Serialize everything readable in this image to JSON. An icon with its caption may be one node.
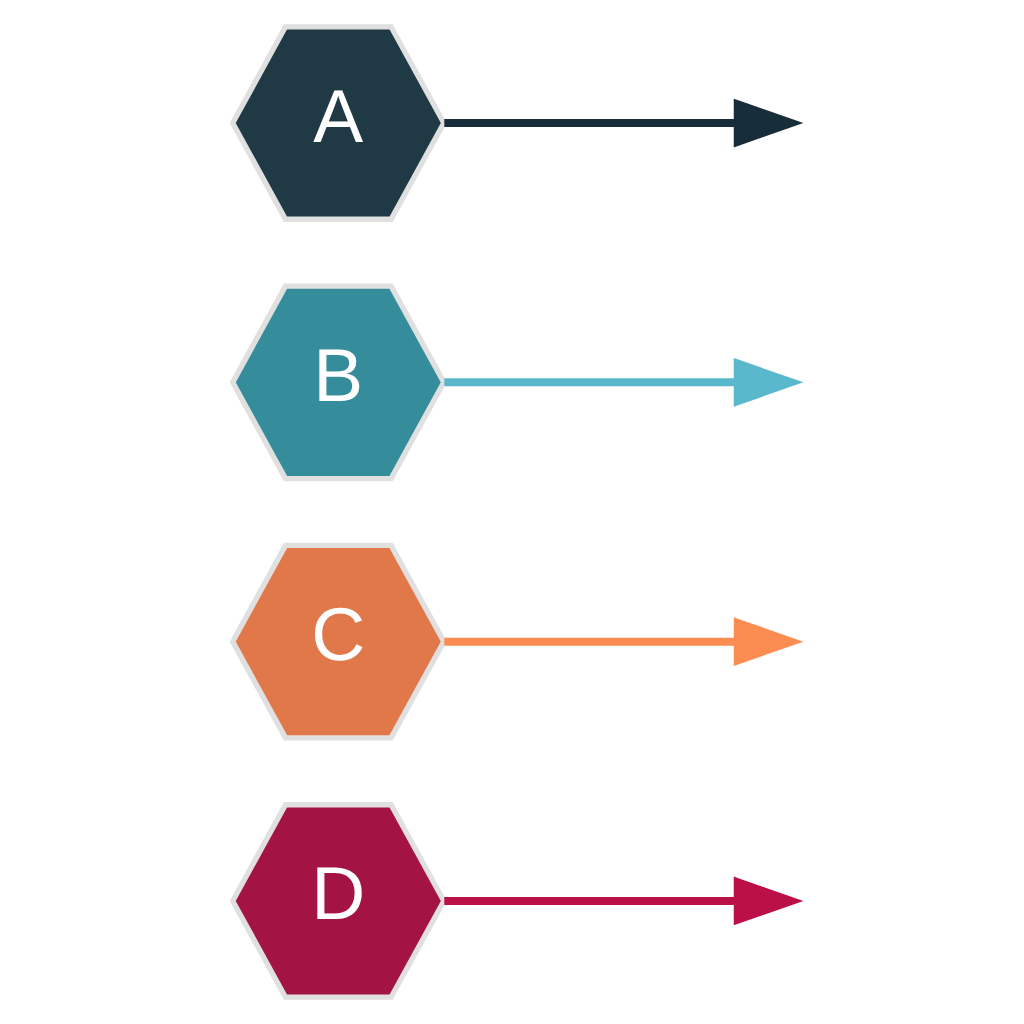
{
  "diagram": {
    "nodes": [
      {
        "text": [
          "A"
        ]
      },
      {
        "text": [
          "B"
        ]
      },
      {
        "text": [
          "C"
        ]
      },
      {
        "text": [
          "D"
        ]
      }
    ],
    "edges": [
      {
        "from": 0,
        "to": null,
        "arrow": "to",
        "color": "#172d39"
      },
      {
        "from": 1,
        "to": null,
        "arrow": "to",
        "color": "#5ab8cc"
      },
      {
        "from": 2,
        "to": null,
        "arrow": "to",
        "color": "#fb8c52"
      },
      {
        "from": 3,
        "to": null,
        "arrow": "to",
        "color": "#bb0f47"
      }
    ]
  }
}
